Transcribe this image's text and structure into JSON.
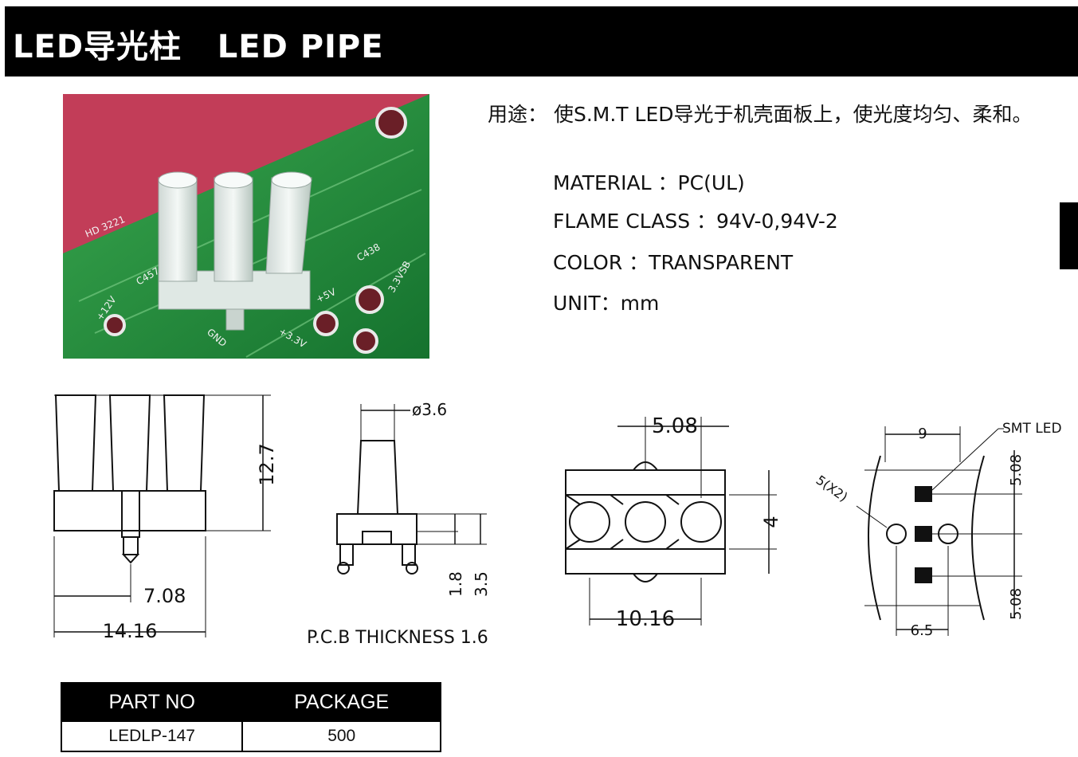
{
  "header": {
    "title": "LED导光柱   LED PIPE"
  },
  "usage": {
    "label": "用途：",
    "text": "使S.M.T LED导光于机壳面板上，使光度均匀、柔和。"
  },
  "specs": [
    {
      "label": "MATERIAL  ：",
      "value": "PC(UL)"
    },
    {
      "label": "FLAME CLASS ：",
      "value": "94V-0,94V-2"
    },
    {
      "label": "COLOR ：",
      "value": "TRANSPARENT"
    },
    {
      "label": "UNIT：",
      "value": "mm"
    }
  ],
  "photo": {
    "silkscreen": [
      "+12V",
      "C457",
      "GND",
      "+5V",
      "+3.3V",
      "C438",
      "3.3VSB",
      "HD 3221"
    ]
  },
  "drawings": {
    "front": {
      "height": "12.7",
      "pitch": "7.08",
      "width": "14.16"
    },
    "side": {
      "diameter": "ø3.6",
      "dim1": "1.8",
      "dim2": "3.5",
      "note": "P.C.B  THICKNESS  1.6"
    },
    "top": {
      "pitch": "5.08",
      "height": "4",
      "width": "10.16"
    },
    "footprint": {
      "width": "9",
      "label": "SMT  LED",
      "hole": "5(X2)",
      "pitch1": "5.08",
      "pitch2": "5.08",
      "spacing": "6.5"
    }
  },
  "parts_table": {
    "headers": [
      "PART NO",
      "PACKAGE"
    ],
    "rows": [
      [
        "LEDLP-147",
        "500"
      ]
    ]
  },
  "colors": {
    "header_bg": "#000000",
    "header_text": "#ffffff",
    "pcb_green": "#1f8a3c",
    "pcb_red": "#c83a55"
  }
}
